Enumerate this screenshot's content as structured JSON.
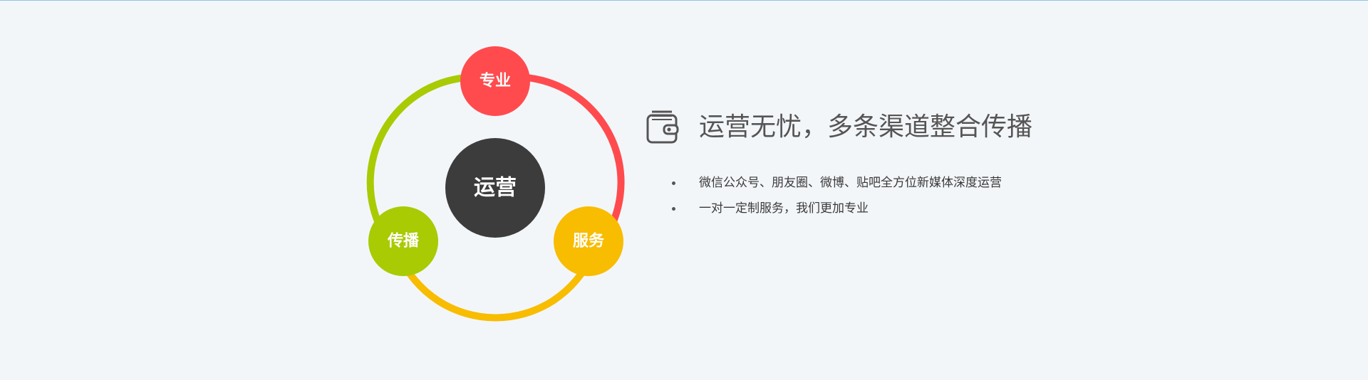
{
  "diagram": {
    "center_label": "运营",
    "nodes": {
      "top": {
        "label": "专业",
        "color": "#ff4b4e"
      },
      "right": {
        "label": "服务",
        "color": "#f8bc00"
      },
      "left": {
        "label": "传播",
        "color": "#a8cb04"
      }
    },
    "center_color": "#3c3c3c",
    "ring_colors": {
      "top_to_right": "#ff4b4e",
      "right_to_left": "#f8bc00",
      "left_to_top": "#a8cb04"
    }
  },
  "feature": {
    "icon": "wallet-icon",
    "title": "运营无忧，多条渠道整合传播",
    "items": [
      {
        "text": "微信公众号、朋友圈、微博、贴吧全方位新媒体深度运营"
      },
      {
        "text": "一对一定制服务，我们更加专业"
      }
    ]
  }
}
